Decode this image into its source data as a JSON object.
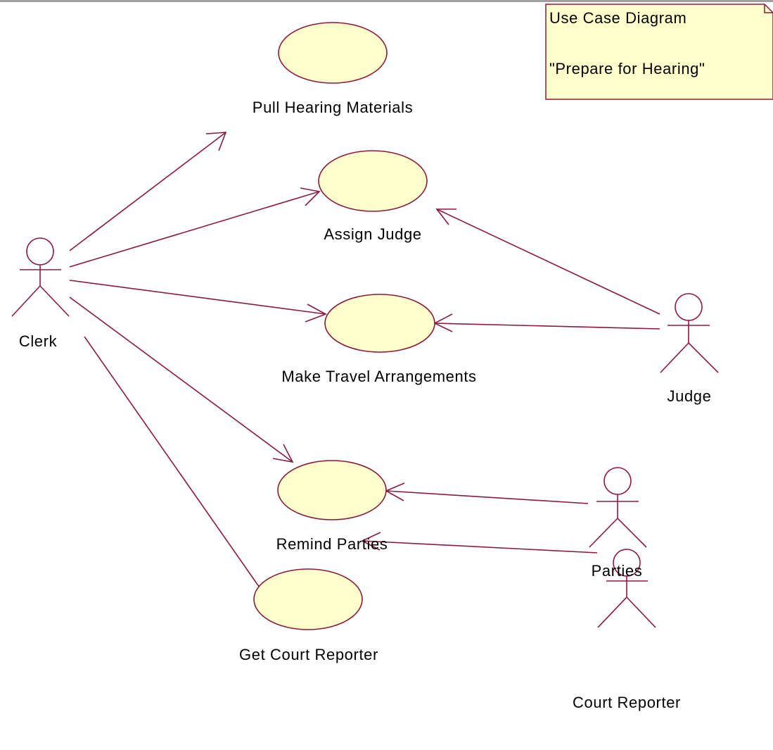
{
  "colors": {
    "line": "#8B1A3E",
    "usecase_fill": "#FFFFCC",
    "note_fill": "#FFFFCC",
    "top_border": "#A0A0A0"
  },
  "note": {
    "line1": "Use Case Diagram",
    "line2": "\"Prepare for Hearing\""
  },
  "actors": {
    "clerk": "Clerk",
    "judge": "Judge",
    "parties": "Parties",
    "court_reporter": "Court Reporter"
  },
  "use_cases": {
    "pull_hearing_materials": "Pull Hearing Materials",
    "assign_judge": "Assign Judge",
    "make_travel_arrangements": "Make Travel Arrangements",
    "remind_parties": "Remind Parties",
    "get_court_reporter": "Get Court Reporter"
  }
}
